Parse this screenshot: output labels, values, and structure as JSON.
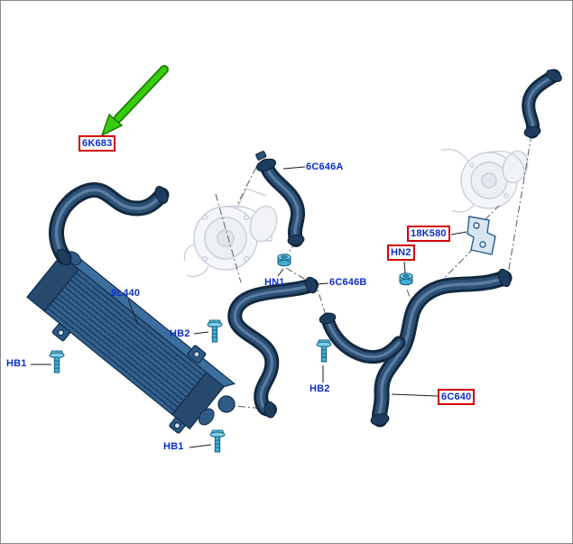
{
  "diagram": {
    "type": "exploded-parts-diagram",
    "description": "Turbocharger intercooler (charge air cooler) hoses and hardware",
    "labels": {
      "l6k683": {
        "text": "6K683",
        "highlighted": true
      },
      "l6c646a": {
        "text": "6C646A",
        "highlighted": false
      },
      "hn1": {
        "text": "HN1",
        "highlighted": false
      },
      "l6c646b": {
        "text": "6C646B",
        "highlighted": false
      },
      "l9l440": {
        "text": "9L440",
        "highlighted": false
      },
      "hb2_left": {
        "text": "HB2",
        "highlighted": false
      },
      "hb1_left": {
        "text": "HB1",
        "highlighted": false
      },
      "hb2_mid": {
        "text": "HB2",
        "highlighted": false
      },
      "hb1_bottom": {
        "text": "HB1",
        "highlighted": false
      },
      "l18k580": {
        "text": "18K580",
        "highlighted": true
      },
      "hn2": {
        "text": "HN2",
        "highlighted": true
      },
      "l6c640": {
        "text": "6C640",
        "highlighted": true
      }
    },
    "colors": {
      "label_text": "#0a2ecb",
      "highlight_box": "#d40000",
      "arrow_green": "#35cc0a",
      "hose_dark": "#13293f",
      "hardware_teal": "#44aed2",
      "ghost_gray": "#c9cfd8"
    },
    "icons": {
      "arrow": "green-pointer-arrow",
      "bolt": "bolt-icon",
      "nut": "nut-icon"
    }
  }
}
